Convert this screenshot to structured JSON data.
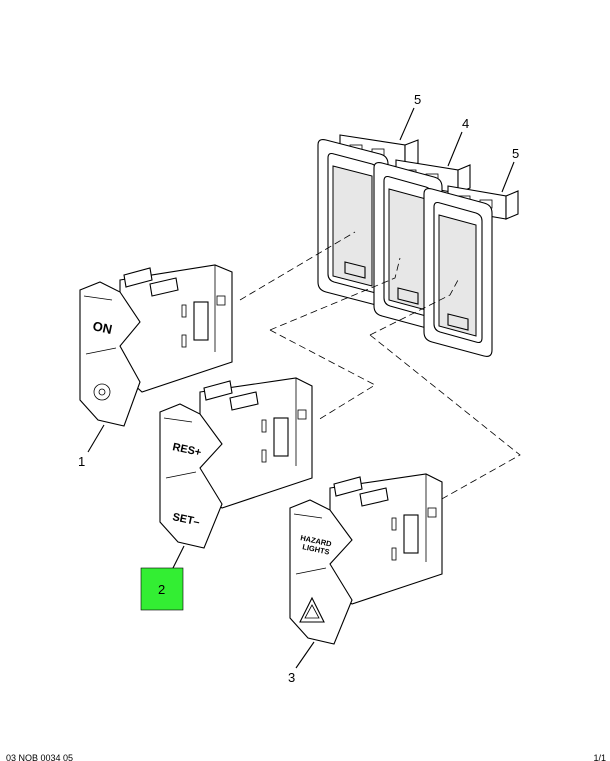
{
  "callouts": {
    "c1": "1",
    "c2": "2",
    "c3": "3",
    "c4": "4",
    "c5a": "5",
    "c5b": "5"
  },
  "switch_legends": {
    "on": "ON",
    "res": "RES+",
    "set": "SET–",
    "hazard_1": "HAZARD",
    "hazard_2": "LIGHTS"
  },
  "colors": {
    "highlight": "#33ee33"
  },
  "footer": {
    "left": "03 NOB 0034 05",
    "right": "1/1"
  }
}
